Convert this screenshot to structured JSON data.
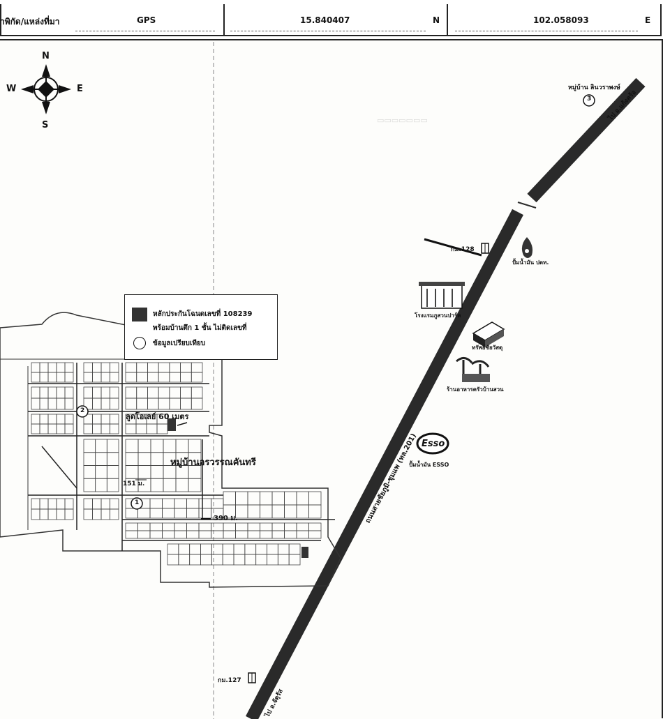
{
  "header": {
    "coord_label": "าพิกัด/แหล่งที่มา",
    "source": "GPS",
    "latitude": "15.840407",
    "lat_dir": "N",
    "longitude": "102.058093",
    "lon_dir": "E"
  },
  "compass": {
    "n": "N",
    "s": "S",
    "e": "E",
    "w": "W"
  },
  "legend": {
    "collateral_line1": "หลักประกันโฉนดเลขที่ 108239",
    "collateral_line2": "พร้อมบ้านตึก 1 ชั้น ไม่ติดเลขที่",
    "comparison": "ข้อมูลเปรียบเทียบ"
  },
  "road": {
    "name": "ถนนสายชัยภูมิ-ชุมแพ (ทล.201)",
    "to_top": "ไป อ.แก้งคร้อ",
    "to_bottom": "ไป อ.จัตุรัส"
  },
  "landmarks": {
    "village_3": "หมู่บ้าน ลินวราพงษ์",
    "km128": "กม.128",
    "km127": "กม.127",
    "ptt": "ปั้มน้ำมัน ปตท.",
    "hotel": "โรงแรมภูสวนปาร์ค",
    "materials": "ทรัพย์ชัยวัสดุ",
    "restaurant": "ร้านอาหารครัวบ้านสวน",
    "esso_logo": "Esso",
    "esso": "ปั้มน้ำมัน ESSO",
    "village_name": "หมู่บ้านอรวรรณคันทรี",
    "culdesac": "ลูดโอเลย์ 60 เมตร",
    "dist_151": "151 ม.",
    "dist_390": "390 ม.",
    "markers": [
      "1",
      "2",
      "3"
    ]
  },
  "colors": {
    "road": "#2a2a2a",
    "ink": "#111111",
    "fill": "#333333"
  }
}
